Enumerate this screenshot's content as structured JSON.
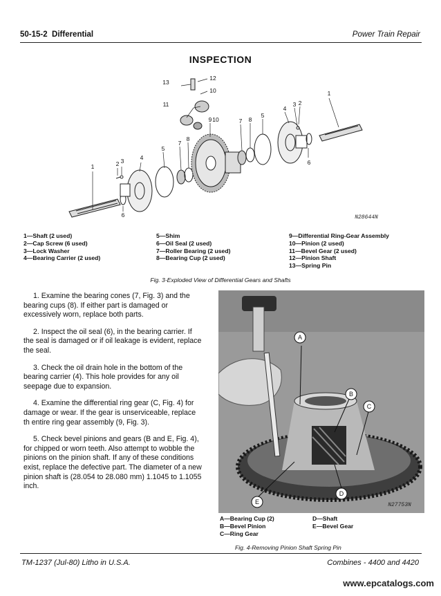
{
  "header": {
    "section": "50-15-2",
    "section_title": "Differential",
    "chapter": "Power Train Repair"
  },
  "title": "INSPECTION",
  "figure3": {
    "ref_code": "N28644N",
    "callouts": [
      "1",
      "2",
      "3",
      "4",
      "5",
      "6",
      "7",
      "8",
      "9",
      "10",
      "11",
      "12",
      "13"
    ],
    "legend_col1": [
      "1—Shaft (2 used)",
      "2—Cap Screw (6 used)",
      "3—Lock Washer",
      "4—Bearing Carrier (2 used)"
    ],
    "legend_col2": [
      "5—Shim",
      "6—Oil Seal (2 used)",
      "7—Roller Bearing (2 used)",
      "8—Bearing Cup (2 used)"
    ],
    "legend_col3": [
      "9—Differential Ring-Gear Assembly",
      "10—Pinion (2 used)",
      "11—Bevel Gear (2 used)",
      "12—Pinion Shaft",
      "13—Spring Pin"
    ],
    "caption": "Fig. 3-Exploded View of Differential Gears and Shafts"
  },
  "steps": [
    "1. Examine the bearing cones (7, Fig. 3) and the bearing cups (8). If either part is damaged or excessively worn, replace both parts.",
    "2. Inspect the oil seal (6), in the bearing carrier. If the seal is damaged or if oil leakage is evident, replace the seal.",
    "3. Check the oil drain hole in the bottom of the bearing carrier (4). This hole provides for any oil seepage due to expansion.",
    "4. Examine the differential ring gear (C, Fig. 4) for damage or wear. If the gear is unserviceable, replace th entire ring gear assembly (9, Fig. 3).",
    "5. Check bevel pinions and gears (B and E, Fig. 4), for chipped or worn teeth. Also attempt to wobble the pinions on the pinion shaft. If any of these conditions exist, replace the defective part. The diameter of a new pinion shaft is (28.054 to 28.080 mm) 1.1045 to 1.1055 inch."
  ],
  "figure4": {
    "ref_code": "N27753N",
    "callouts": [
      "A",
      "B",
      "C",
      "D",
      "E"
    ],
    "legend_col1": [
      "A—Bearing Cup (2)",
      "B—Bevel Pinion",
      "C—Ring Gear"
    ],
    "legend_col2": [
      "D—Shaft",
      "E—Bevel Gear"
    ],
    "caption": "Fig. 4-Removing Pinion Shaft Spring Pin"
  },
  "footer": {
    "left": "TM-1237 (Jul-80) Litho in U.S.A.",
    "right": "Combines - 4400 and 4420"
  },
  "watermark": "www.epcatalogs.com"
}
